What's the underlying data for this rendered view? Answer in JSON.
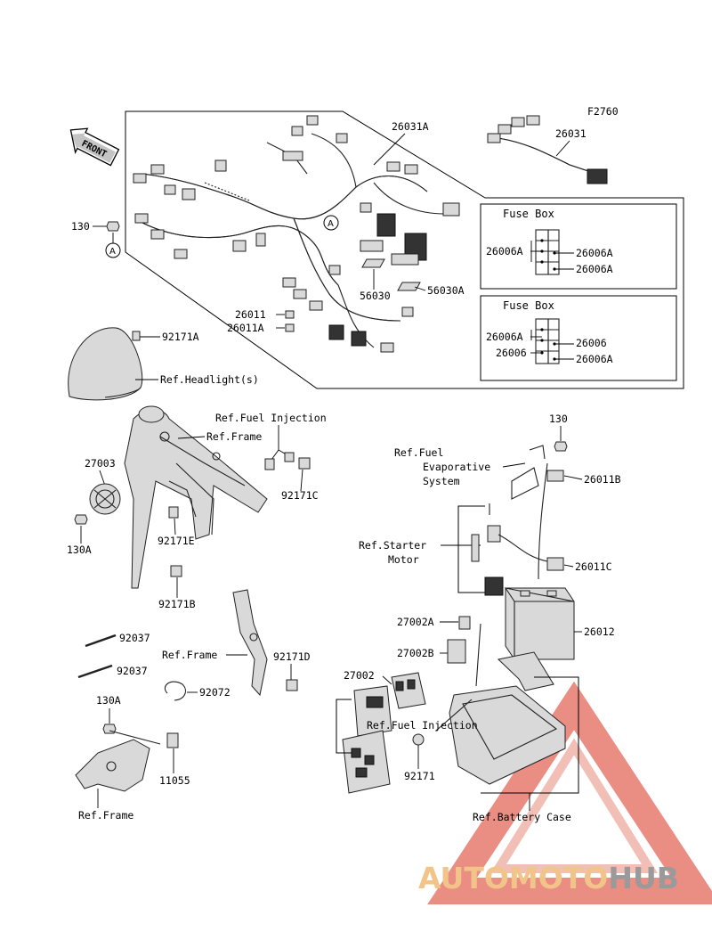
{
  "figure_code": "F2760",
  "front_arrow": "FRONT",
  "circle_ref": "A",
  "fuse_box_title": "Fuse Box",
  "labels": {
    "p130_top": "130",
    "p26031A": "26031A",
    "p26031": "26031",
    "p56030": "56030",
    "p56030A": "56030A",
    "p26011": "26011",
    "p26011A": "26011A",
    "p92171A": "92171A",
    "ref_headlight": "Ref.Headlight(s)",
    "fb1_26006A_left": "26006A",
    "fb1_26006A_r1": "26006A",
    "fb1_26006A_r2": "26006A",
    "fb2_26006A_left": "26006A",
    "fb2_26006_left": "26006",
    "fb2_26006_right": "26006",
    "fb2_26006A_right": "26006A",
    "ref_fuel_injection_top": "Ref.Fuel Injection",
    "ref_frame_top": "Ref.Frame",
    "p27003": "27003",
    "p92171C": "92171C",
    "p130A_left": "130A",
    "p92171E": "92171E",
    "p92171B": "92171B",
    "p130_right": "130",
    "ref_fuel_evap_1": "Ref.Fuel",
    "ref_fuel_evap_2": "Evaporative",
    "ref_fuel_evap_3": "System",
    "p26011B": "26011B",
    "ref_starter_1": "Ref.Starter",
    "ref_starter_2": "Motor",
    "p26011C": "26011C",
    "p27002A": "27002A",
    "p26012": "26012",
    "p27002B": "27002B",
    "p92037_a": "92037",
    "p92037_b": "92037",
    "ref_frame_mid": "Ref.Frame",
    "p92171D": "92171D",
    "p92072": "92072",
    "p27002": "27002",
    "p130A_bottom": "130A",
    "ref_fuel_injection_bottom": "Ref.Fuel Injection",
    "p92171": "92171",
    "p11055": "11055",
    "ref_frame_bottom": "Ref.Frame",
    "ref_battery_case": "Ref.Battery Case"
  },
  "watermark": {
    "part1": "AUTOMOTO",
    "part2": "HUB",
    "color1": "#f2c48a",
    "color2": "#9a9a9a",
    "triangle_color": "#e05a4a"
  }
}
